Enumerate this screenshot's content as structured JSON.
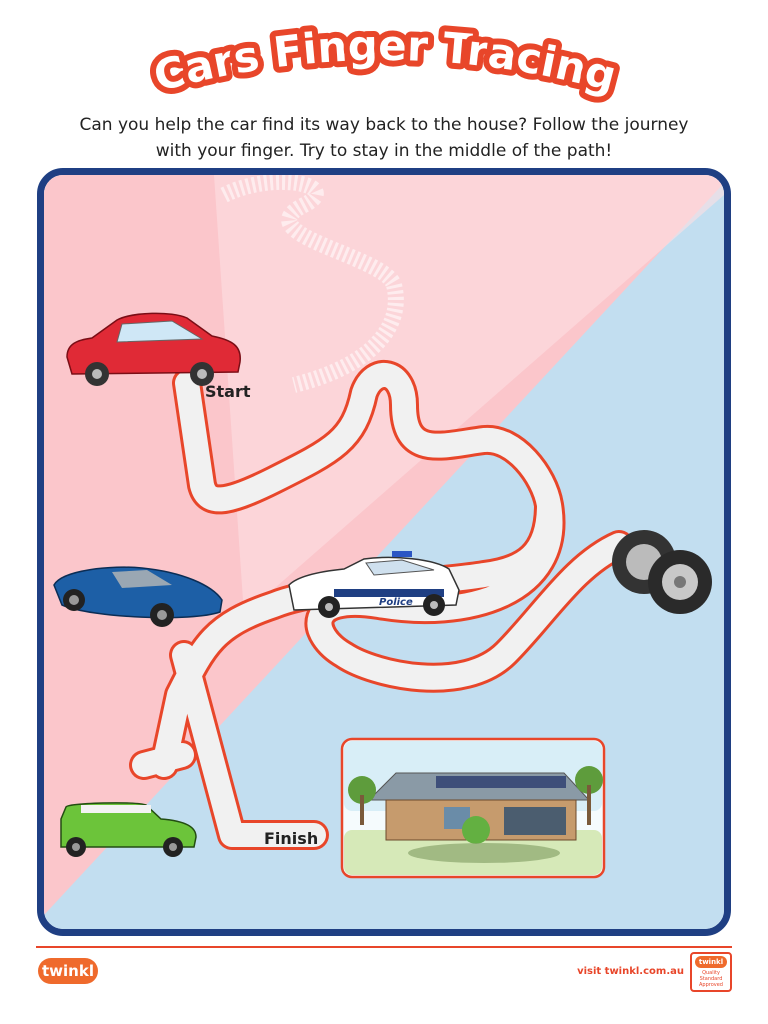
{
  "title": "Cars Finger Tracing",
  "instructions": {
    "line1": "Can you help the car find its way back to the house? Follow the journey",
    "line2": "with your finger. Try to stay in the middle of the path!"
  },
  "labels": {
    "start": "Start",
    "finish": "Finish"
  },
  "police_car": {
    "side_text": "Police"
  },
  "footer": {
    "logo": "twinkl",
    "url": "visit twinkl.com.au",
    "badge_brand": "twinkl",
    "badge_text": "Quality Standard Approved"
  },
  "colors": {
    "accent": "#e8462a",
    "border": "#1f3f83",
    "background_pink": "#fbc6cb",
    "background_blue": "#c2def0",
    "red_car": "#e02a36",
    "blue_car": "#1d5fa6",
    "green_car": "#6cc43a"
  }
}
